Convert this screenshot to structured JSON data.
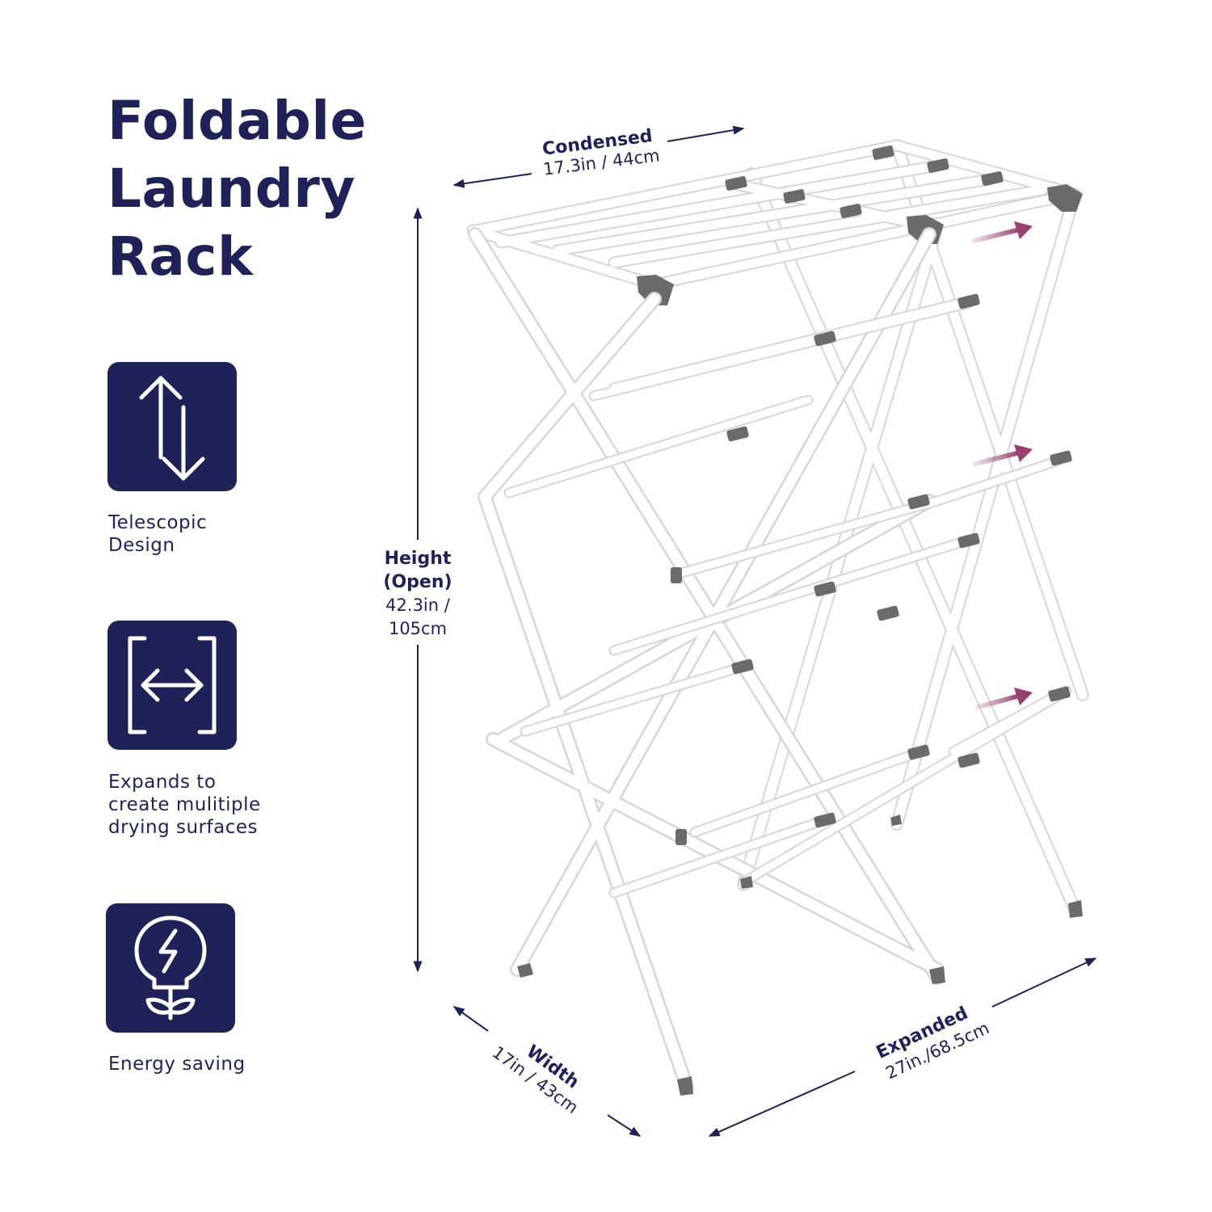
{
  "title_lines": [
    "Foldable",
    "Laundry",
    "Rack"
  ],
  "features": [
    {
      "icon": "telescopic-arrows-icon",
      "lines": [
        "Telescopic",
        "Design"
      ]
    },
    {
      "icon": "expand-brackets-icon",
      "lines": [
        "Expands to",
        "create mulitiple",
        "drying surfaces"
      ]
    },
    {
      "icon": "energy-bulb-icon",
      "lines": [
        "Energy saving"
      ]
    }
  ],
  "dimensions": {
    "condensed": {
      "label": "Condensed",
      "value": "17.3in / 44cm"
    },
    "height": {
      "label_line1": "Height",
      "label_line2": "(Open)",
      "value_line1": "42.3in /",
      "value_line2": "105cm"
    },
    "width": {
      "label": "Width",
      "value": "17in / 43cm"
    },
    "expanded": {
      "label": "Expanded",
      "value": "27in./68.5cm"
    }
  },
  "colors": {
    "navy": "#1f2258",
    "arrow_accent": "#9a3f72",
    "rack_white": "#ffffff",
    "rack_outline": "#d6d6d6",
    "joint_gray": "#6b6b6b"
  }
}
